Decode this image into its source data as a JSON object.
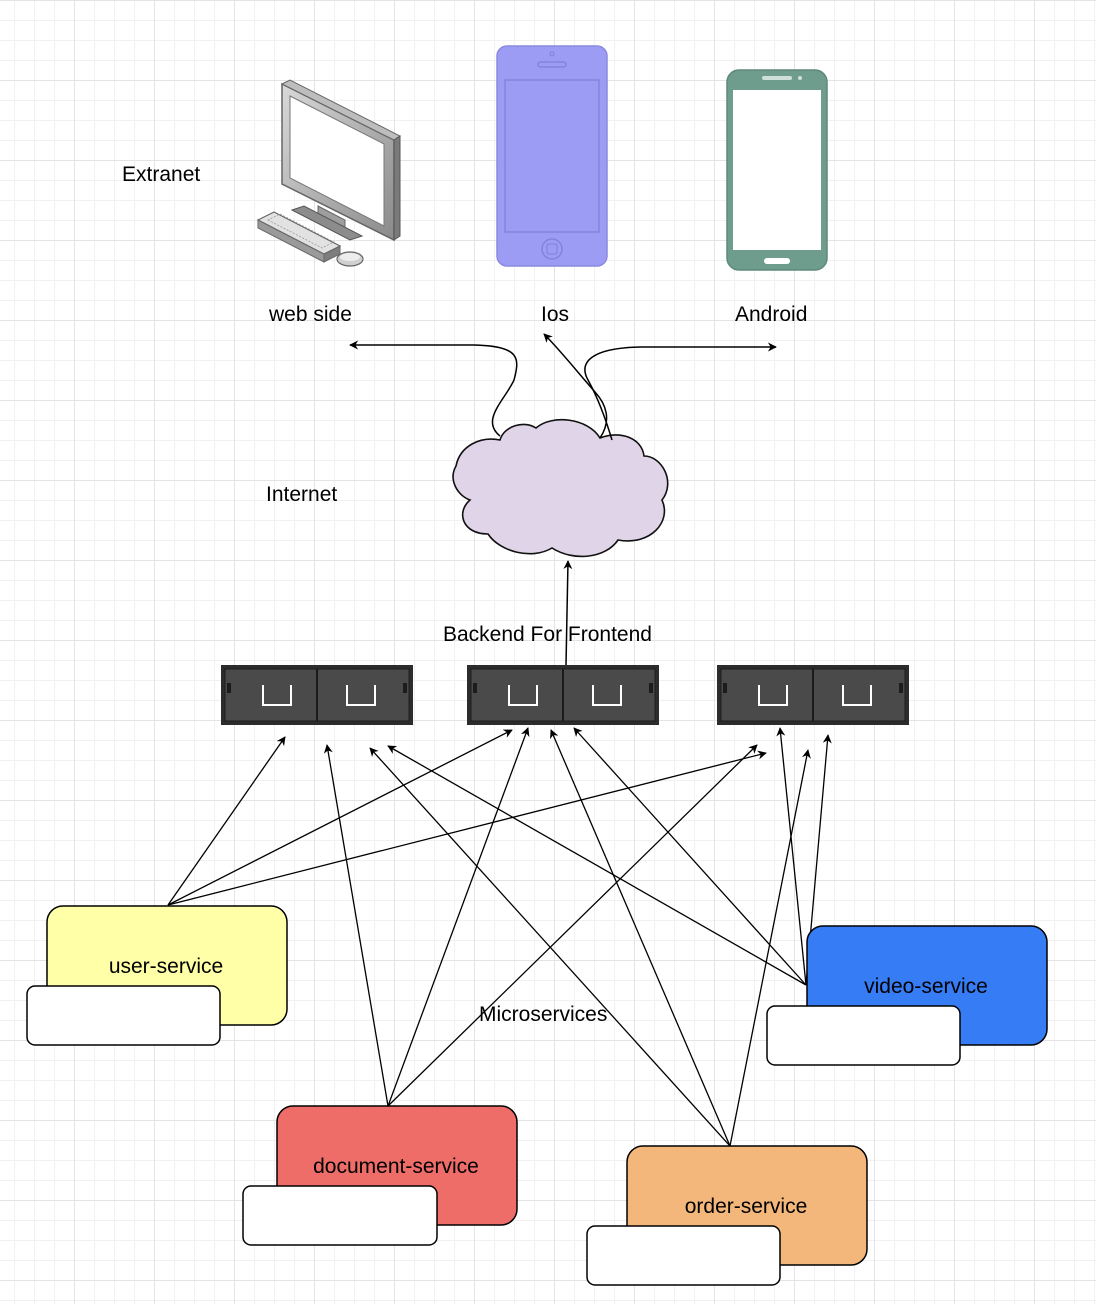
{
  "labels": {
    "extranet": "Extranet",
    "internet": "Internet",
    "bff": "Backend For Frontend",
    "microservices": "Microservices"
  },
  "clients": {
    "web": "web side",
    "ios": "Ios",
    "android": "Android"
  },
  "services": {
    "user": "user-service",
    "document": "document-service",
    "video": "video-service",
    "order": "order-service"
  },
  "colors": {
    "user": "#ffffa8",
    "document": "#ee6d69",
    "video": "#367df5",
    "order": "#f3b77c",
    "cloud": "#e0d5e8",
    "ios_phone": "#9c9cf5",
    "android_phone": "#6e9c8d",
    "bff_server": "#3a3a3a"
  }
}
